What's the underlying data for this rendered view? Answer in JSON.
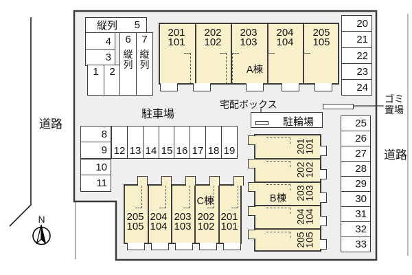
{
  "colors": {
    "site_fill": "#efefef",
    "building_fill": "#f8f0cb",
    "outline": "#3b3b3b"
  },
  "labels": {
    "road_left": "道路",
    "road_right": "道路",
    "north": "N",
    "parking_area": "駐車場",
    "delivery_box": "宅配ボックス",
    "bicycle_parking": "駐輪場",
    "garbage_line1": "ゴミ",
    "garbage_line2": "置場"
  },
  "tandem_area": {
    "wide_box": {
      "label": "縦列",
      "number": "5"
    },
    "box_4": "4",
    "box_3": "3",
    "box_1": "1",
    "box_2": "2",
    "box_6": {
      "number": "6",
      "label": "縦列"
    },
    "box_7": {
      "number": "7",
      "label": "縦列"
    }
  },
  "parking": {
    "left_column": [
      "8",
      "9",
      "10",
      "11"
    ],
    "middle_row": [
      "12",
      "13",
      "14",
      "15",
      "16",
      "17",
      "18",
      "19"
    ],
    "right_top": [
      "20",
      "21",
      "22",
      "23",
      "24"
    ],
    "right_bottom": [
      "25",
      "26",
      "27",
      "28",
      "29",
      "30",
      "31",
      "32",
      "33"
    ]
  },
  "buildings": {
    "a": {
      "name": "A棟",
      "units": [
        {
          "upper": "201",
          "lower": "101"
        },
        {
          "upper": "202",
          "lower": "102"
        },
        {
          "upper": "203",
          "lower": "103"
        },
        {
          "upper": "204",
          "lower": "104"
        },
        {
          "upper": "205",
          "lower": "105"
        }
      ]
    },
    "b": {
      "name": "B棟",
      "units": [
        {
          "upper": "201",
          "lower": "101"
        },
        {
          "upper": "202",
          "lower": "102"
        },
        {
          "upper": "203",
          "lower": "103"
        },
        {
          "upper": "204",
          "lower": "104"
        },
        {
          "upper": "205",
          "lower": "105"
        }
      ]
    },
    "c": {
      "name": "C棟",
      "units": [
        {
          "upper": "205",
          "lower": "105"
        },
        {
          "upper": "204",
          "lower": "104"
        },
        {
          "upper": "203",
          "lower": "103"
        },
        {
          "upper": "202",
          "lower": "102"
        },
        {
          "upper": "201",
          "lower": "101"
        }
      ]
    }
  }
}
